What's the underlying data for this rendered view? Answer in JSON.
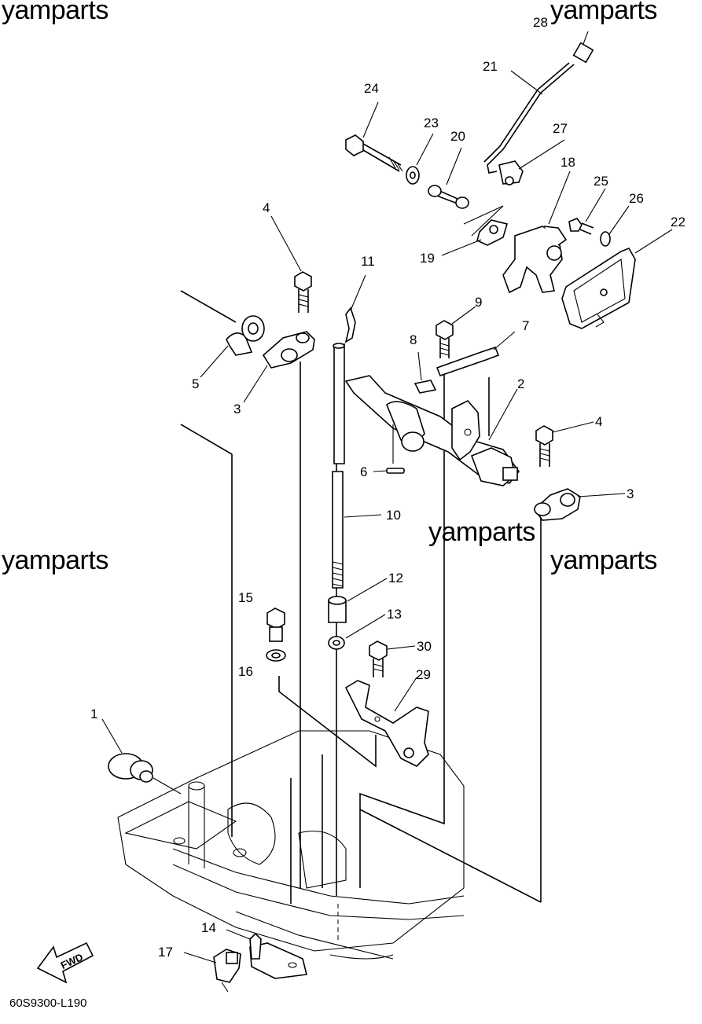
{
  "watermarks": [
    "yamparts",
    "yamparts",
    "yamparts",
    "yamparts",
    "yamparts"
  ],
  "callouts": {
    "n1": "1",
    "n2": "2",
    "n3a": "3",
    "n3b": "3",
    "n4a": "4",
    "n4b": "4",
    "n5": "5",
    "n6": "6",
    "n7": "7",
    "n8": "8",
    "n9": "9",
    "n10": "10",
    "n11": "11",
    "n12": "12",
    "n13": "13",
    "n14": "14",
    "n15": "15",
    "n16": "16",
    "n17": "17",
    "n18": "18",
    "n19": "19",
    "n20": "20",
    "n21": "21",
    "n22": "22",
    "n23": "23",
    "n24": "24",
    "n25": "25",
    "n26": "26",
    "n27": "27",
    "n28": "28",
    "n29": "29",
    "n30": "30"
  },
  "fwd_label": "FWD",
  "diagram_code": "60S9300-L190"
}
